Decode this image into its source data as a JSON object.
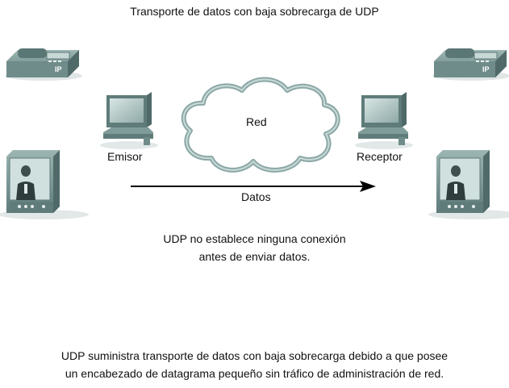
{
  "title": "Transporte de datos con baja sobrecarga de UDP",
  "nodes": {
    "sender_label": "Emisor",
    "receiver_label": "Receptor",
    "network_label": "Red",
    "phone_badge": "IP"
  },
  "arrow_label": "Datos",
  "note": {
    "line1": "UDP no establece ninguna conexión",
    "line2": "antes de enviar datos."
  },
  "caption": {
    "line1": "UDP suministra transporte de datos con baja sobrecarga debido a que posee",
    "line2": "un encabezado de datagrama pequeño sin tráfico de administración de red."
  },
  "colors": {
    "device_body": "#7f9c9a",
    "device_dark": "#4f6a69",
    "device_light": "#b9cdcb",
    "cloud_stroke": "#7f9c9a",
    "arrow": "#000000"
  }
}
